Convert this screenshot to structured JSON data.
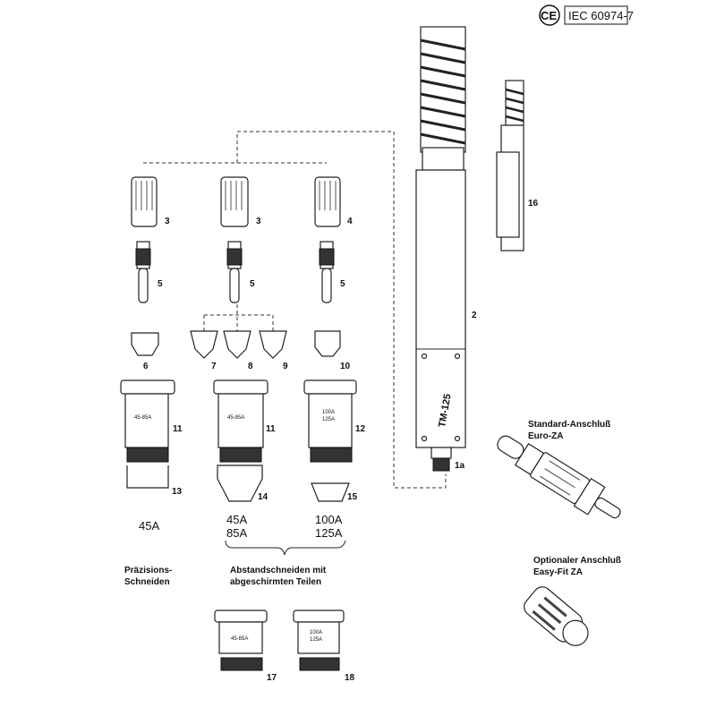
{
  "header": {
    "ce_mark": "CE",
    "standard": "IEC 60974-7"
  },
  "torch": {
    "model": "TM-125",
    "part_body": "2",
    "part_connector": "1a",
    "part_handle_alt": "16"
  },
  "parts": {
    "p3a": "3",
    "p3b": "3",
    "p4": "4",
    "p5a": "5",
    "p5b": "5",
    "p5c": "5",
    "p6": "6",
    "p7": "7",
    "p8": "8",
    "p9": "9",
    "p10": "10",
    "p11a": "11",
    "p11b": "11",
    "p12": "12",
    "p13": "13",
    "p14": "14",
    "p15": "15",
    "p17": "17",
    "p18": "18"
  },
  "part_markings": {
    "m11a": "45-85A",
    "m11b": "45-85A",
    "m12_1": "100A",
    "m12_2": "125A",
    "m17": "45-85A",
    "m18_1": "100A",
    "m18_2": "125A"
  },
  "currents": {
    "precision": "45A",
    "shield_low_1": "45A",
    "shield_low_2": "85A",
    "shield_high_1": "100A",
    "shield_high_2": "125A"
  },
  "captions": {
    "precision_1": "Präzisions-",
    "precision_2": "Schneiden",
    "standoff_1": "Abstandschneiden mit",
    "standoff_2": "abgeschirmten Teilen",
    "std_conn_1": "Standard-Anschluß",
    "std_conn_2": "Euro-ZA",
    "opt_conn_1": "Optionaler Anschluß",
    "opt_conn_2": "Easy-Fit ZA"
  }
}
